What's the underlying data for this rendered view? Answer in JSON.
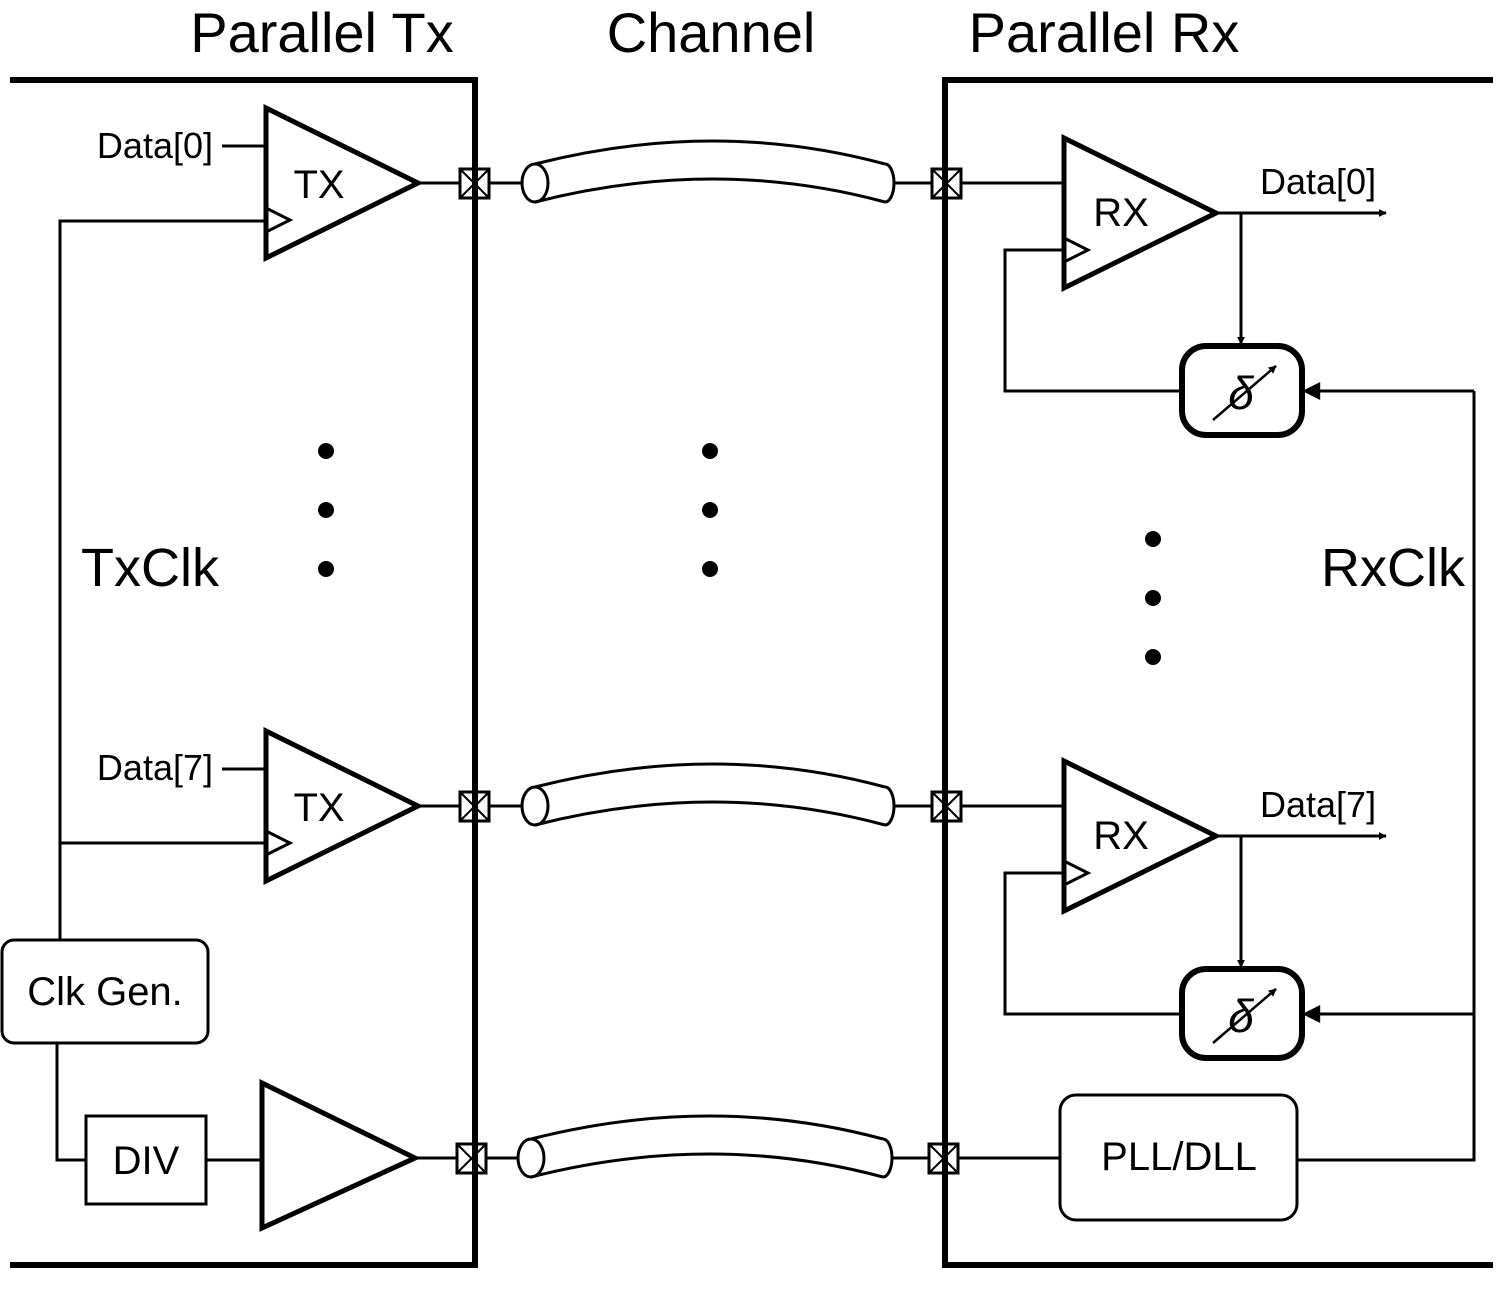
{
  "headers": {
    "tx": "Parallel Tx",
    "channel": "Channel",
    "rx": "Parallel Rx"
  },
  "tx": {
    "input_top": "Data[0]",
    "input_bottom": "Data[7]",
    "driver_top": "TX",
    "driver_bottom": "TX",
    "clock_label": "TxClk",
    "clock_gen": "Clk Gen.",
    "divider": "DIV"
  },
  "rx": {
    "output_top": "Data[0]",
    "output_bottom": "Data[7]",
    "receiver_top": "RX",
    "receiver_bottom": "RX",
    "clock_label": "RxClk",
    "pll": "PLL/DLL",
    "delay_symbol_top": "δ",
    "delay_symbol_bottom": "δ"
  },
  "colors": {
    "ink": "#000000",
    "background": "#ffffff"
  }
}
